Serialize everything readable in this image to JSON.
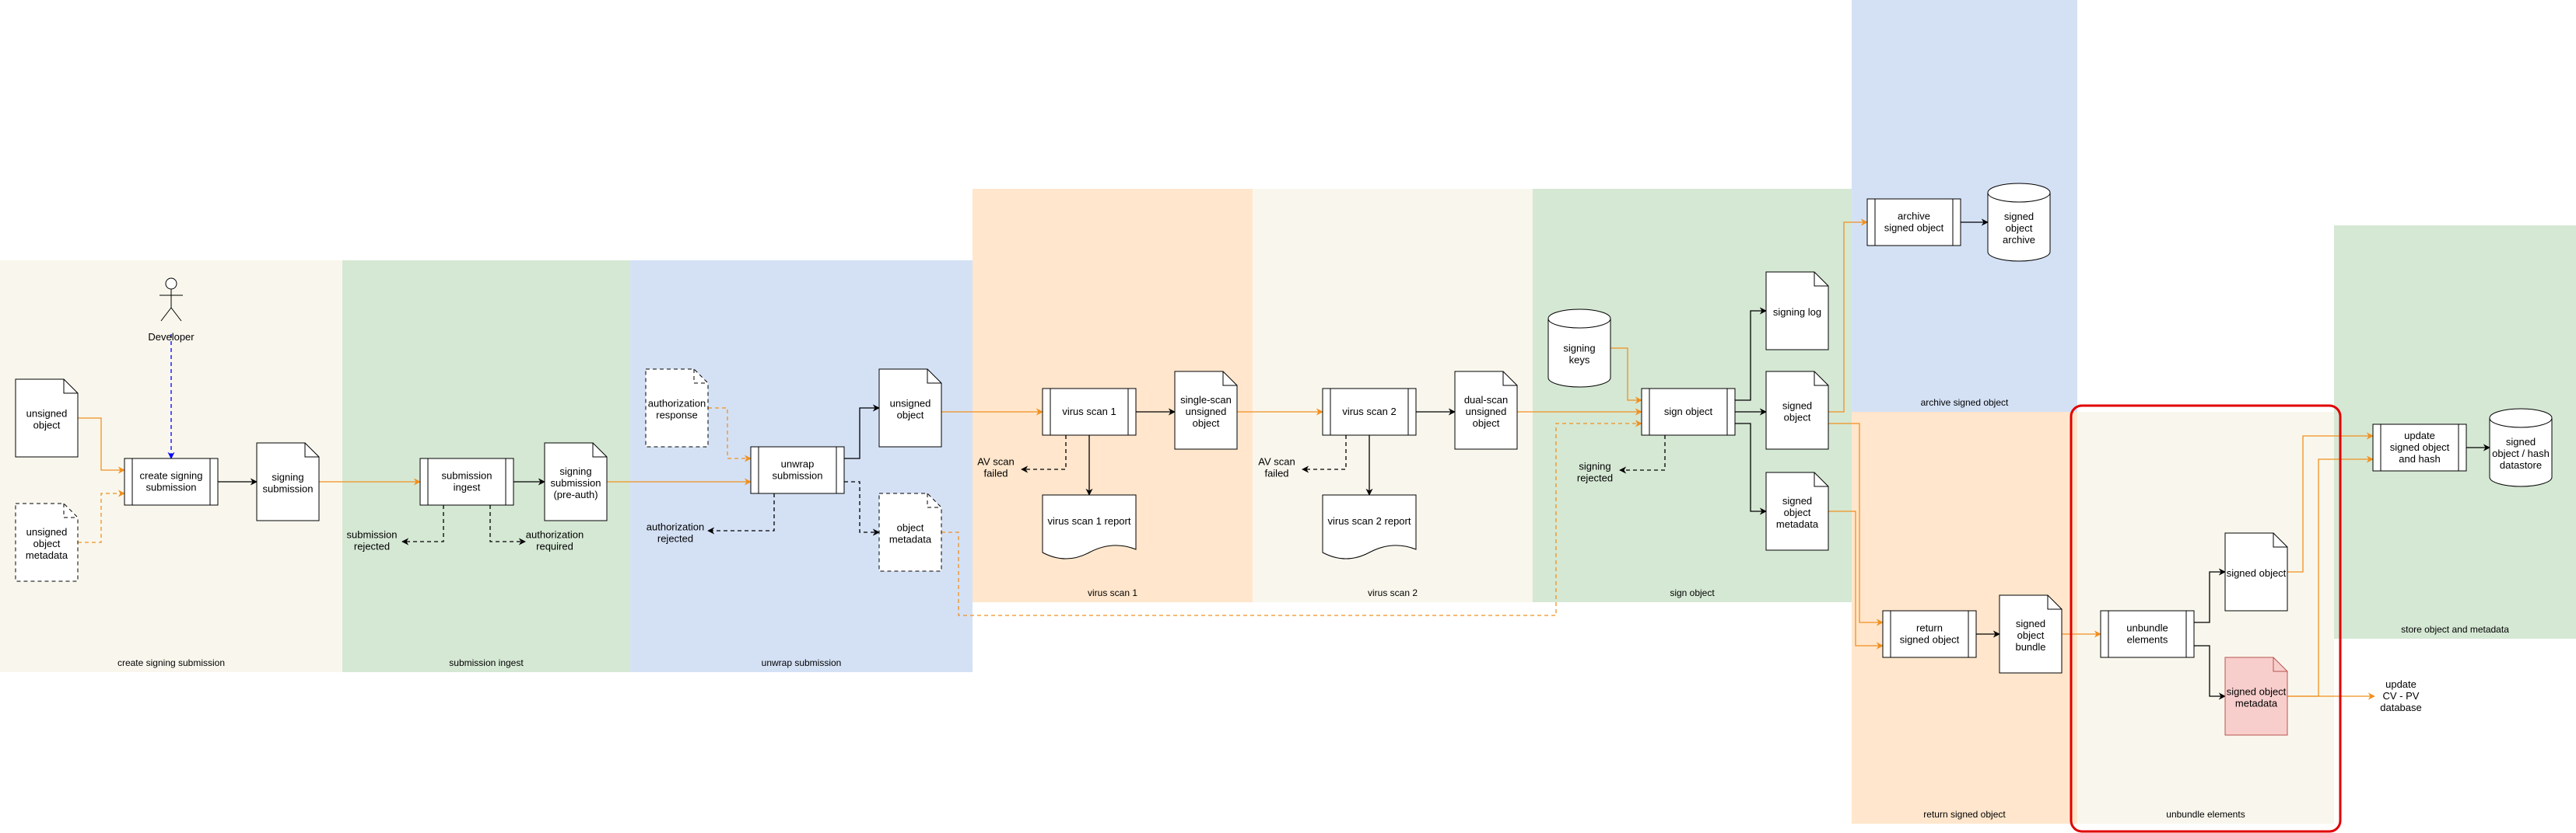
{
  "colors": {
    "lane_beige": "#f9f7ed",
    "lane_green": "#d5e8d4",
    "lane_blue": "#d4e1f5",
    "lane_orange": "#ffe6cc",
    "highlight_red": "#e00000",
    "edge_orange": "#f0901f",
    "edge_blue": "#0000ff",
    "edge_black": "#000000",
    "node_pink_fill": "#f8cecc",
    "node_pink_stroke": "#b85450"
  },
  "lanes": [
    {
      "id": "lane-create",
      "title": "create signing submission",
      "color": "beige"
    },
    {
      "id": "lane-ingest",
      "title": "submission ingest",
      "color": "green"
    },
    {
      "id": "lane-unwrap",
      "title": "unwrap submission",
      "color": "blue"
    },
    {
      "id": "lane-vs1",
      "title": "virus scan 1",
      "color": "orange"
    },
    {
      "id": "lane-vs2",
      "title": "virus scan 2",
      "color": "beige"
    },
    {
      "id": "lane-sign",
      "title": "sign object",
      "color": "green"
    },
    {
      "id": "lane-archive",
      "title": "archive signed object",
      "color": "blue"
    },
    {
      "id": "lane-return",
      "title": "return signed object",
      "color": "orange"
    },
    {
      "id": "lane-unbundle",
      "title": "unbundle elements",
      "color": "beige"
    },
    {
      "id": "lane-store",
      "title": "store object and metadata",
      "color": "green"
    }
  ],
  "nodes": {
    "developer": {
      "type": "actor",
      "lines": [
        "Developer"
      ]
    },
    "unsigned_object_1": {
      "type": "document",
      "lines": [
        "unsigned",
        "object"
      ]
    },
    "unsigned_object_metadata": {
      "type": "document-dashed",
      "lines": [
        "unsigned",
        "object",
        "metadata"
      ]
    },
    "create_signing_submission": {
      "type": "process",
      "lines": [
        "create signing",
        "submission"
      ]
    },
    "signing_submission": {
      "type": "document",
      "lines": [
        "signing",
        "submission"
      ]
    },
    "submission_ingest": {
      "type": "process",
      "lines": [
        "submission",
        "ingest"
      ]
    },
    "signing_submission_preauth": {
      "type": "document",
      "lines": [
        "signing",
        "submission",
        "(pre-auth)"
      ]
    },
    "submission_rejected": {
      "type": "label",
      "lines": [
        "submission",
        "rejected"
      ]
    },
    "authorization_required": {
      "type": "label",
      "lines": [
        "authorization",
        "required"
      ]
    },
    "authorization_response": {
      "type": "document-dashed",
      "lines": [
        "authorization",
        "response"
      ]
    },
    "unwrap_submission": {
      "type": "process",
      "lines": [
        "unwrap",
        "submission"
      ]
    },
    "authorization_rejected": {
      "type": "label",
      "lines": [
        "authorization",
        "rejected"
      ]
    },
    "unsigned_object_2": {
      "type": "document",
      "lines": [
        "unsigned",
        "object"
      ]
    },
    "object_metadata": {
      "type": "document-dashed",
      "lines": [
        "object",
        "metadata"
      ]
    },
    "virus_scan_1": {
      "type": "process",
      "lines": [
        "virus scan 1"
      ]
    },
    "av_scan_failed_1": {
      "type": "label",
      "lines": [
        "AV scan",
        "failed"
      ]
    },
    "virus_scan_1_report": {
      "type": "wavy-doc",
      "lines": [
        "virus scan 1 report"
      ]
    },
    "single_scan_unsigned_object": {
      "type": "document",
      "lines": [
        "single-scan",
        "unsigned",
        "object"
      ]
    },
    "virus_scan_2": {
      "type": "process",
      "lines": [
        "virus scan 2"
      ]
    },
    "av_scan_failed_2": {
      "type": "label",
      "lines": [
        "AV scan",
        "failed"
      ]
    },
    "virus_scan_2_report": {
      "type": "wavy-doc",
      "lines": [
        "virus scan 2 report"
      ]
    },
    "dual_scan_unsigned_object": {
      "type": "document",
      "lines": [
        "dual-scan",
        "unsigned",
        "object"
      ]
    },
    "signing_keys": {
      "type": "cylinder",
      "lines": [
        "signing",
        "keys"
      ]
    },
    "sign_object": {
      "type": "process",
      "lines": [
        "sign object"
      ]
    },
    "signing_rejected": {
      "type": "label",
      "lines": [
        "signing",
        "rejected"
      ]
    },
    "signing_log": {
      "type": "document",
      "lines": [
        "signing log"
      ]
    },
    "signed_object_1": {
      "type": "document",
      "lines": [
        "signed",
        "object"
      ]
    },
    "signed_object_metadata_1": {
      "type": "document",
      "lines": [
        "signed",
        "object",
        "metadata"
      ]
    },
    "archive_signed_object": {
      "type": "process",
      "lines": [
        "archive",
        "signed object"
      ]
    },
    "signed_object_archive": {
      "type": "cylinder",
      "lines": [
        "signed",
        "object",
        "archive"
      ]
    },
    "return_signed_object": {
      "type": "process",
      "lines": [
        "return",
        "signed object"
      ]
    },
    "signed_object_bundle": {
      "type": "document",
      "lines": [
        "signed",
        "object",
        "bundle"
      ]
    },
    "unbundle_elements": {
      "type": "process",
      "lines": [
        "unbundle",
        "elements"
      ]
    },
    "signed_object_2": {
      "type": "document",
      "lines": [
        "signed object"
      ]
    },
    "signed_object_metadata_2": {
      "type": "document-pink",
      "lines": [
        "signed object",
        "metadata"
      ]
    },
    "update_cv_pv": {
      "type": "label",
      "lines": [
        "update",
        "CV - PV",
        "database"
      ]
    },
    "update_signed_object_hash": {
      "type": "process",
      "lines": [
        "update",
        "signed object",
        "and hash"
      ]
    },
    "signed_object_hash_datastore": {
      "type": "cylinder",
      "lines": [
        "signed",
        "object / hash",
        "datastore"
      ]
    }
  }
}
